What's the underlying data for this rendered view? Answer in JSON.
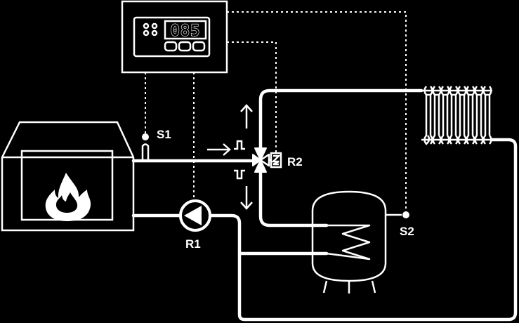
{
  "controller": {
    "display_value": "085"
  },
  "labels": {
    "s1": "S1",
    "s2": "S2",
    "r1": "R1",
    "r2": "R2"
  },
  "icons": [
    "controller-display",
    "boiler-icon",
    "flame-icon",
    "pump-icon",
    "mixing-valve-icon",
    "actuator-icon",
    "radiator-icon",
    "hot-water-tank-icon",
    "heat-exchanger-coil-icon",
    "temperature-sensor-icon",
    "arrow-icon"
  ],
  "colors": {
    "background": "#000000",
    "foreground": "#ffffff"
  }
}
